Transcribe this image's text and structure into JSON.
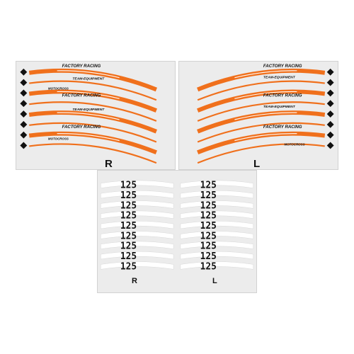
{
  "colors": {
    "background": "#ffffff",
    "sheet": "#ececec",
    "sheet_border": "#d2d2d2",
    "stripe": "#f0701c",
    "stripe_white": "#ffffff",
    "text": "#111111",
    "accent_diamond": "#111111"
  },
  "top_sheets": [
    {
      "side_label": "R",
      "texts": {
        "factory_racing": "FACTORY RACING",
        "team_equipment": "TEAM-EQUIPMENT",
        "brand": "MOTOCROSS"
      },
      "stripe_pairs": 4,
      "diamonds": 8
    },
    {
      "side_label": "L",
      "texts": {
        "factory_racing": "FACTORY RACING",
        "team_equipment": "TEAM-EQUIPMENT",
        "brand": "MOTOCROSS"
      },
      "stripe_pairs": 4,
      "diamonds": 8
    }
  ],
  "bottom_sheet": {
    "number": "125",
    "left_label": "R",
    "right_label": "L",
    "rows": 9
  }
}
